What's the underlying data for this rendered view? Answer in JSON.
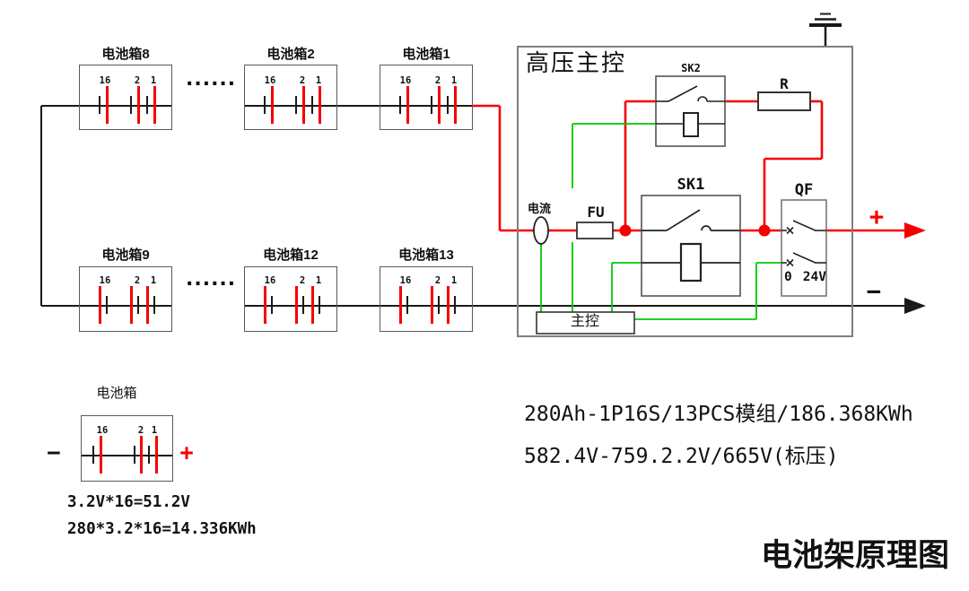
{
  "title": "电池架原理图",
  "cell_labels": [
    "16",
    "2",
    "1"
  ],
  "battery_rows": {
    "top": {
      "boxes": [
        {
          "label": "电池箱8"
        },
        {
          "label": "电池箱2"
        },
        {
          "label": "电池箱1"
        }
      ],
      "ellipsis": "......"
    },
    "bottom": {
      "boxes": [
        {
          "label": "电池箱9"
        },
        {
          "label": "电池箱12"
        },
        {
          "label": "电池箱13"
        }
      ],
      "ellipsis": "......"
    }
  },
  "control_box": {
    "label": "高压主控",
    "precharge_contactor": "SK2",
    "precharge_resistor": "R",
    "main_contactor": "SK1",
    "breaker": "QF",
    "breaker_scale_zero": "0",
    "breaker_scale_voltage": "24V",
    "current_sensor": "电流",
    "fuse": "FU",
    "mcu": "主控"
  },
  "outputs": {
    "positive": "+",
    "negative": "−"
  },
  "legend": {
    "label": "电池箱",
    "minus": "−",
    "plus": "+",
    "formula_voltage": "3.2V*16=51.2V",
    "formula_energy": "280*3.2*16=14.336KWh"
  },
  "specs": {
    "line1": "280Ah-1P16S/13PCS模组/186.368KWh",
    "line2": "582.4V-759.2.2V/665V(标压)"
  },
  "colors": {
    "positive_wire": "#f50000",
    "control_wire": "#00c800",
    "wire": "#1a1a1a"
  }
}
